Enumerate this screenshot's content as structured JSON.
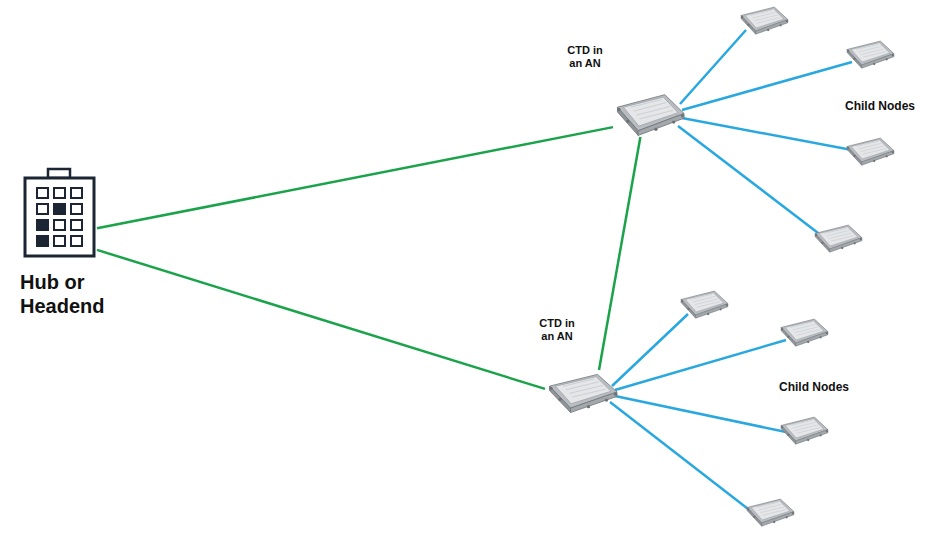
{
  "diagram": {
    "nodes": [
      {
        "text": [
          "Hub or Headend"
        ]
      },
      {
        "text": [
          "CTD in an AN"
        ]
      },
      {
        "text": [
          "CTD in an AN"
        ]
      }
    ],
    "edges": [
      {
        "from": 0,
        "to": 1,
        "arrow": "none"
      },
      {
        "from": 0,
        "to": 2,
        "arrow": "none"
      },
      {
        "from": 1,
        "to": 2,
        "arrow": "none"
      }
    ],
    "labels": [
      "Child Nodes",
      "Child Nodes"
    ]
  }
}
